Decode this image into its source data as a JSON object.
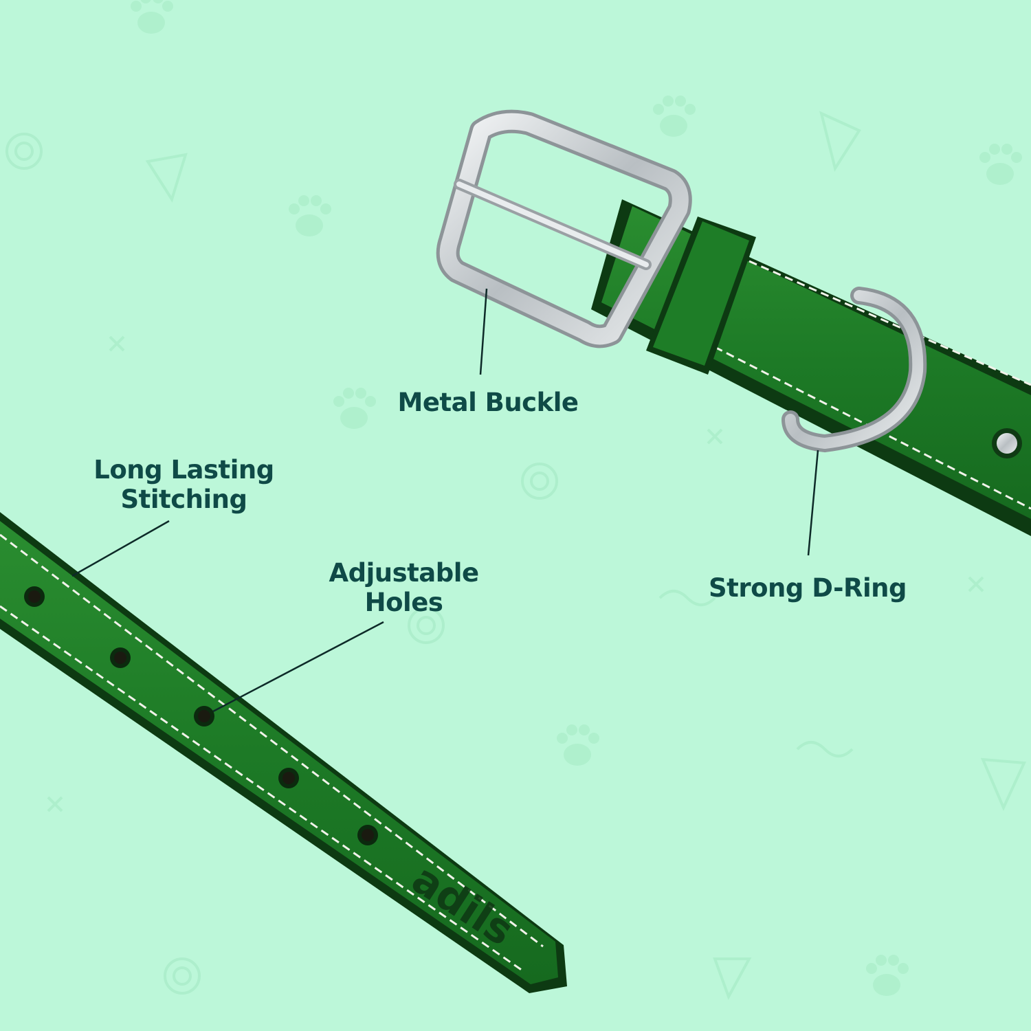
{
  "labels": {
    "metal_buckle": "Metal Buckle",
    "long_lasting_line1": "Long Lasting",
    "long_lasting_line2": "Stitching",
    "adjustable_line1": "Adjustable",
    "adjustable_line2": "Holes",
    "strong_dring": "Strong D-Ring"
  },
  "brand_logo_text": "adils",
  "colors": {
    "background": "#bcf7d9",
    "leather": "#1d7a26",
    "leather_dark": "#0f4d15",
    "label_text": "#0f4a47",
    "stitch": "#f1f3ea",
    "metal": "#c9ced1"
  }
}
